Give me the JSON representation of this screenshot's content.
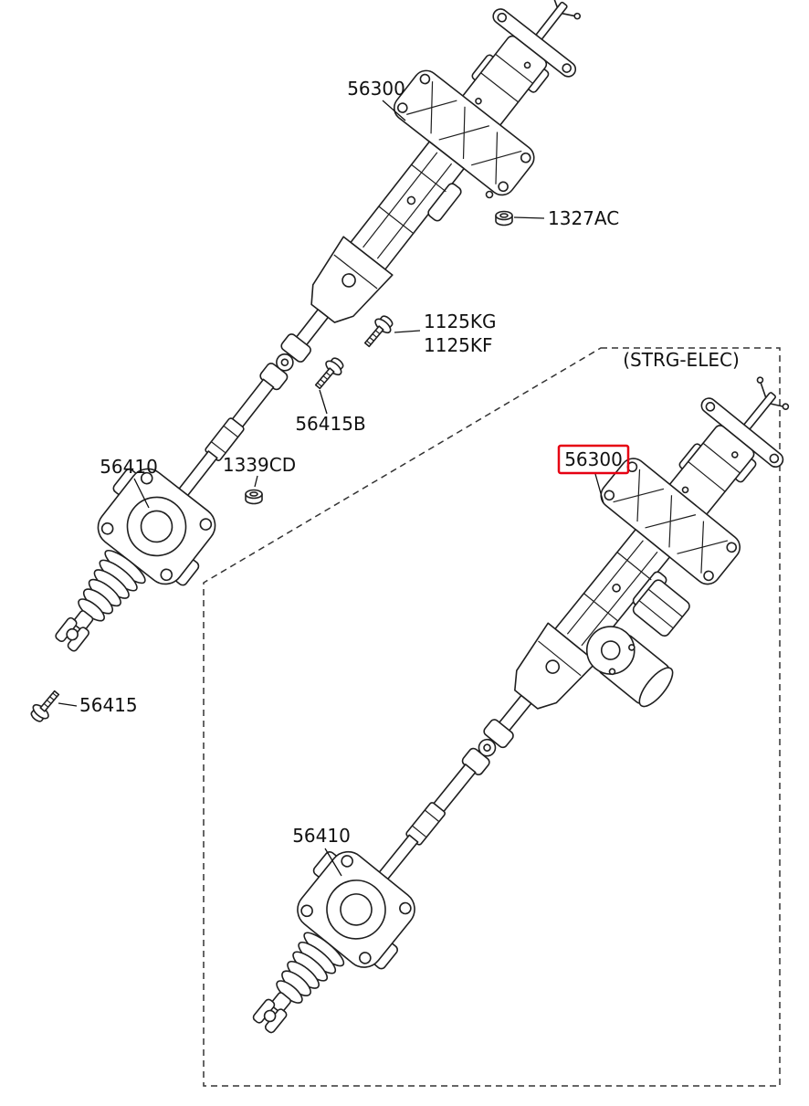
{
  "diagram": {
    "region_label": "(STRG-ELEC)",
    "colors": {
      "background": "#ffffff",
      "line": "#1f1f1f",
      "highlight": "#e60012"
    },
    "callouts": {
      "c56300_main": "56300",
      "c1327AC": "1327AC",
      "c1125KG": "1125KG",
      "c1125KF": "1125KF",
      "c56415B": "56415B",
      "c1339CD": "1339CD",
      "c56410_main": "56410",
      "c56415": "56415",
      "c56300_elec": "56300",
      "c56410_elec": "56410"
    }
  }
}
